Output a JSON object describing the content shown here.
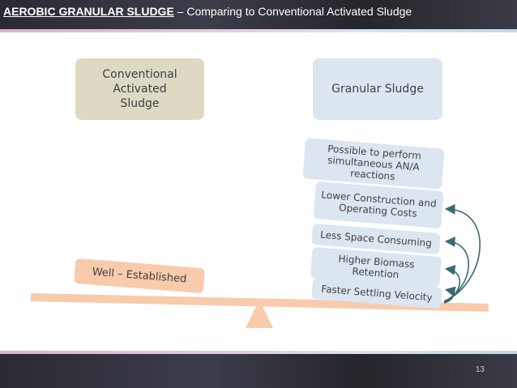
{
  "header": {
    "title_bold": "AEROBIC GRANULAR SLUDGE",
    "title_rest": " – Comparing to Conventional Activated Sludge"
  },
  "left": {
    "heading": "Conventional Activated Sludge",
    "item": "Well – Established"
  },
  "right": {
    "heading": "Granular Sludge",
    "items": [
      "Possible to perform simultaneous AN/A reactions",
      "Lower Construction and Operating Costs",
      "Less Space Consuming",
      "Higher Biomass Retention",
      "Faster Settling Velocity"
    ]
  },
  "footer": {
    "page_number": "13"
  },
  "colors": {
    "beige": "#ddd9c3",
    "light_blue": "#dce6f1",
    "peach": "#f8cbad",
    "arrow": "#3b6a6e"
  }
}
